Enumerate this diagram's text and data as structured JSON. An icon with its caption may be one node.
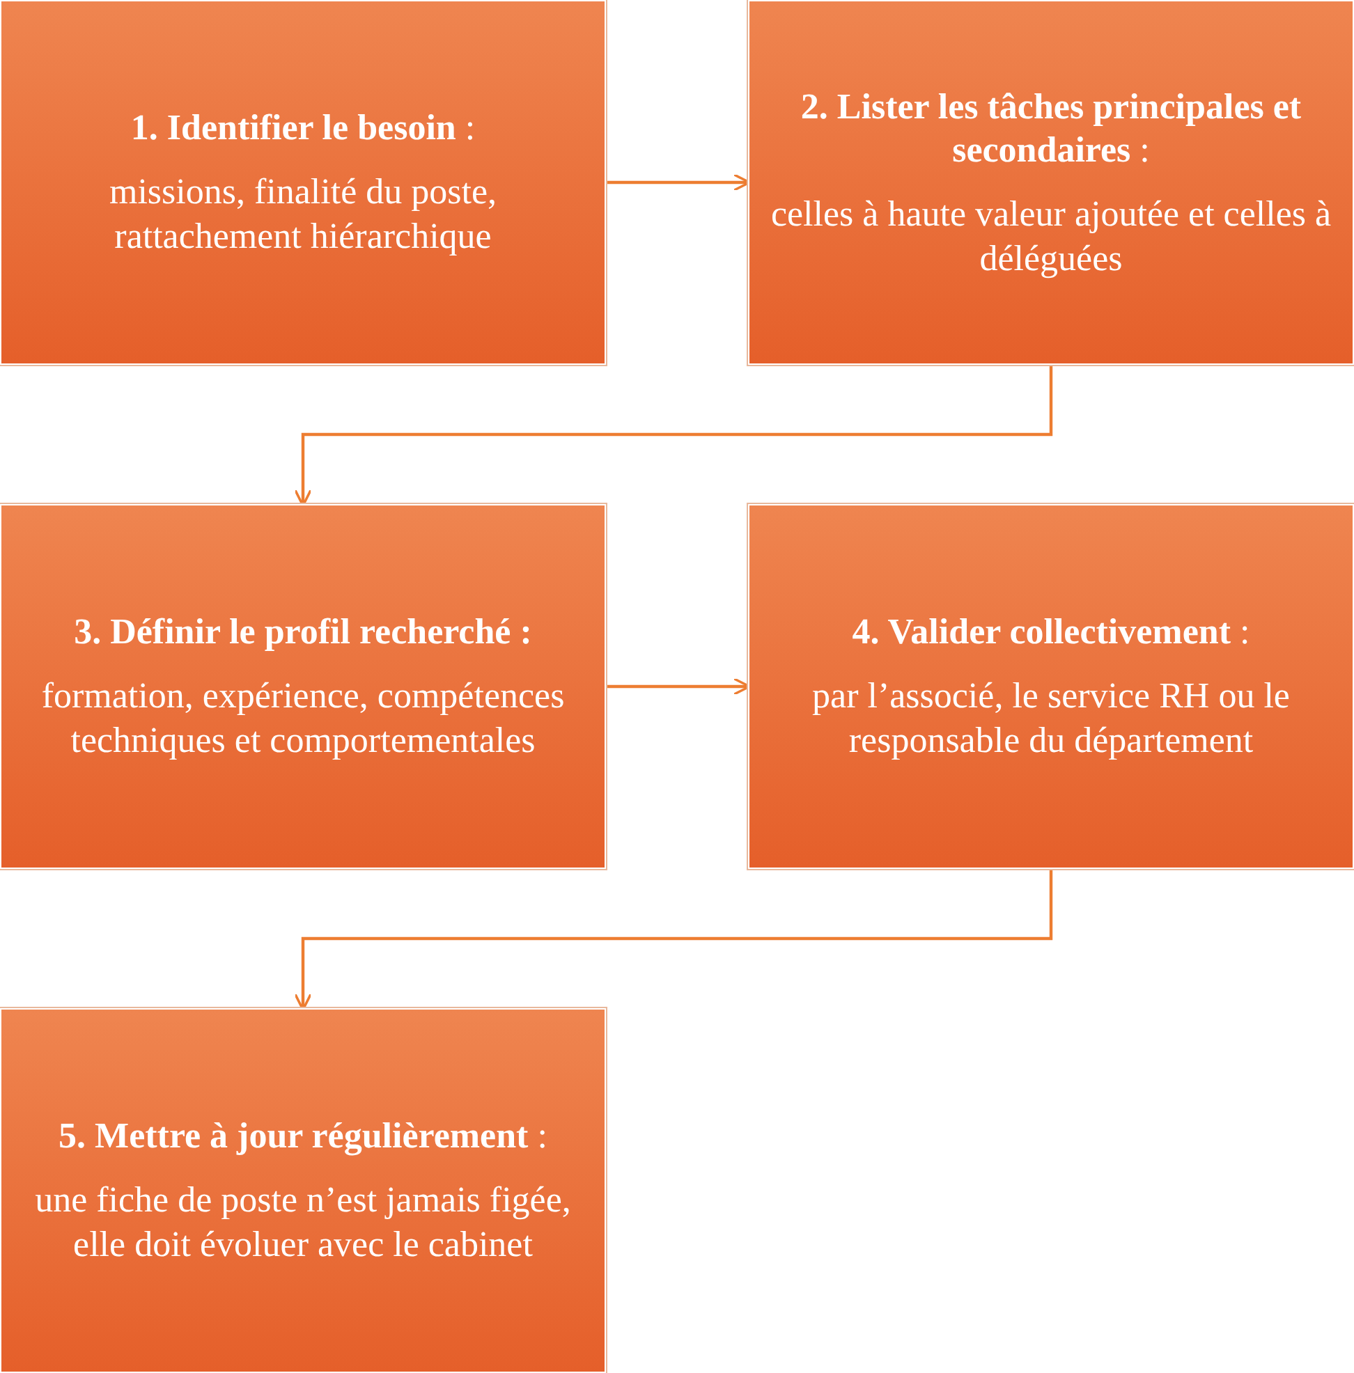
{
  "diagram": {
    "nodes": [
      {
        "text": [
          "**1. Identifier le besoin** :",
          "missions, finalité du poste, rattachement hiérarchique"
        ]
      },
      {
        "text": [
          "**2. Lister les tâches principales et secondaires** :",
          "celles à haute valeur ajoutée et celles à déléguées"
        ]
      },
      {
        "text": [
          "**3. Définir le profil recherché :**",
          "formation, expérience, compétences techniques et comportementales"
        ]
      },
      {
        "text": [
          "**4. Valider collectivement** :",
          "par l’associé, le service RH ou le responsable du département"
        ]
      },
      {
        "text": [
          "**5. Mettre à jour régulièrement** :",
          "une fiche de poste n’est jamais figée, elle doit évoluer avec le cabinet"
        ]
      }
    ],
    "edges": [
      {
        "from": 0,
        "to": 1,
        "arrow": "to"
      },
      {
        "from": 1,
        "to": 2,
        "arrow": "to"
      },
      {
        "from": 2,
        "to": 3,
        "arrow": "to"
      },
      {
        "from": 3,
        "to": 4,
        "arrow": "to"
      }
    ]
  }
}
